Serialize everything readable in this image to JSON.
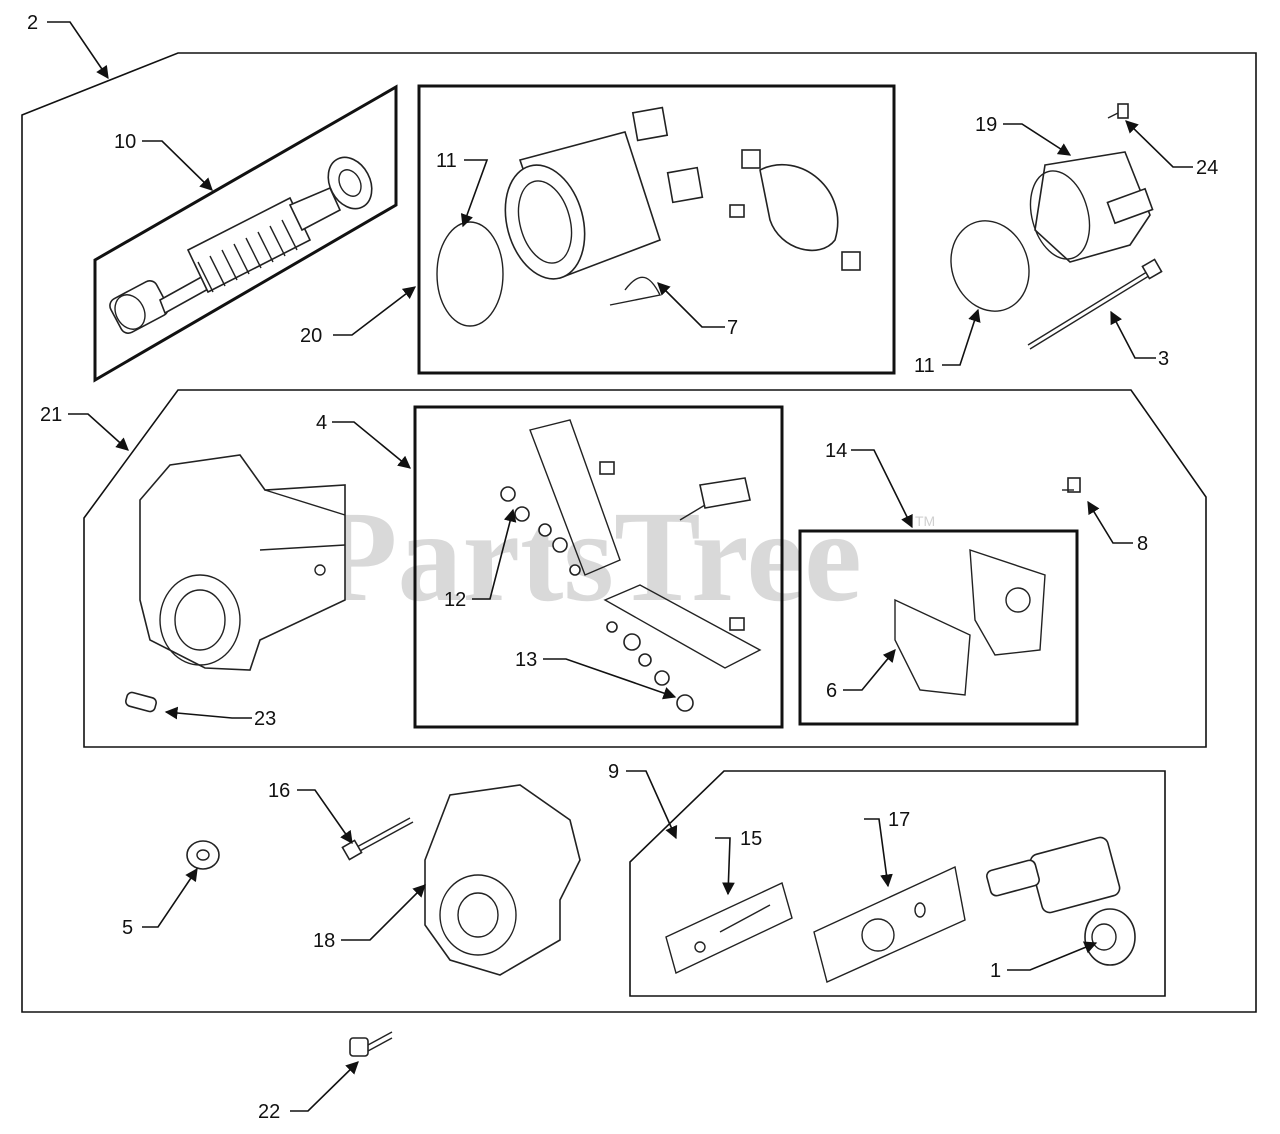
{
  "watermark": {
    "text": "PartsTree",
    "trademark": "TM"
  },
  "callouts": {
    "c1": "1",
    "c2": "2",
    "c3": "3",
    "c4": "4",
    "c5": "5",
    "c6": "6",
    "c7": "7",
    "c8": "8",
    "c9": "9",
    "c10": "10",
    "c11a": "11",
    "c11b": "11",
    "c12": "12",
    "c13": "13",
    "c14": "14",
    "c15": "15",
    "c16": "16",
    "c17": "17",
    "c18": "18",
    "c19": "19",
    "c20": "20",
    "c21": "21",
    "c22": "22",
    "c23": "23",
    "c24": "24"
  }
}
